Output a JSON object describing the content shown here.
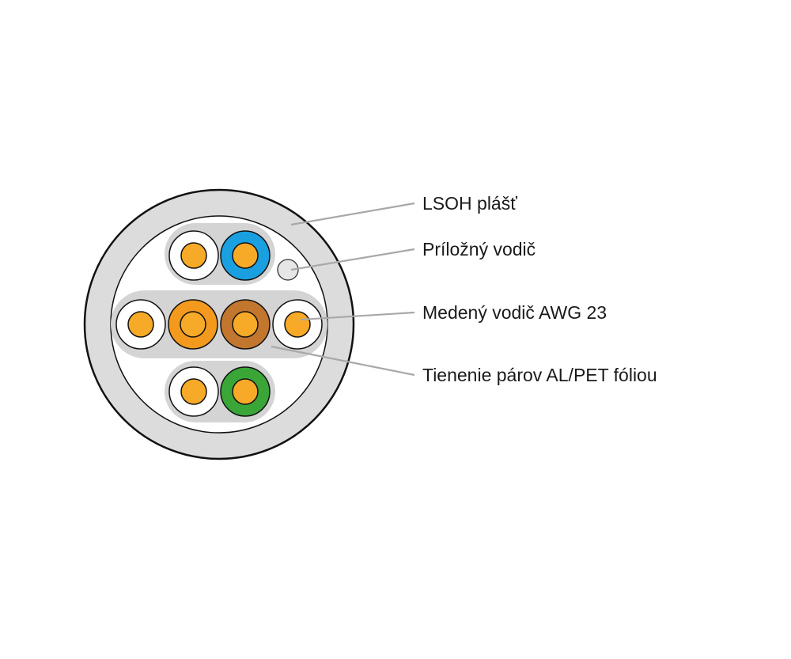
{
  "labels": {
    "jacket": "LSOH plášť",
    "drain_wire": "Príložný vodič",
    "conductor": "Medený vodič AWG 23",
    "shield": "Tienenie párov AL/PET fóliou"
  },
  "colors": {
    "jacket": "#dcdcdc",
    "outline": "#111111",
    "inner_fill": "#ffffff",
    "foil": "#d4d4d4",
    "copper_core": "#f7a928",
    "pair_blue": "#1aa0e0",
    "pair_orange": "#f39a1e",
    "pair_brown": "#c2762e",
    "pair_green": "#3aa638",
    "white_insulation": "#ffffff",
    "leader_line": "#a8a8a8"
  }
}
